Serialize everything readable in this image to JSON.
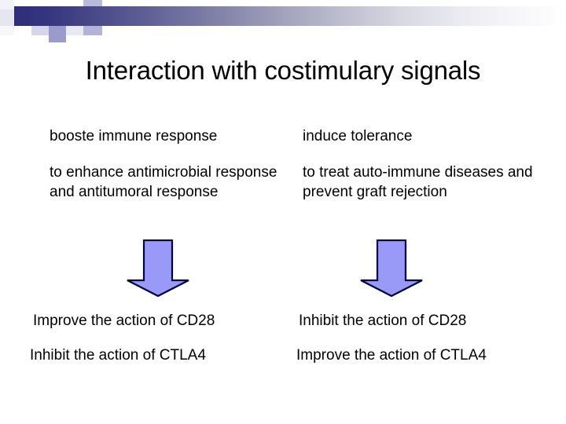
{
  "slide": {
    "title": "Interaction with costimulary signals",
    "background_color": "#ffffff",
    "text_color": "#000000"
  },
  "decoration": {
    "gradient_bar": {
      "from_color": "#2d2d7a",
      "to_color": "#ffffff"
    },
    "squares": [
      {
        "name": "square-navy-dark",
        "color": "#000080"
      },
      {
        "name": "square-periwinkle",
        "color": "#9999cc"
      },
      {
        "name": "square-pale-lilac",
        "color": "#ccccE6"
      },
      {
        "name": "square-white",
        "color": "#ffffff"
      }
    ]
  },
  "columns": [
    {
      "id": "left",
      "lead": "booste immune response",
      "detail": "to enhance antimicrobial response and antitumoral response",
      "arrow": {
        "name": "down-arrow",
        "fill": "#9999f7",
        "stroke": "#000040"
      },
      "outcomes": [
        "Improve the action of CD28",
        "Inhibit the action of CTLA4"
      ]
    },
    {
      "id": "right",
      "lead": "induce tolerance",
      "detail": "to treat auto-immune diseases and prevent graft rejection",
      "arrow": {
        "name": "down-arrow",
        "fill": "#9999f7",
        "stroke": "#000040"
      },
      "outcomes": [
        "Inhibit the action of CD28",
        "Improve the action of CTLA4"
      ]
    }
  ]
}
